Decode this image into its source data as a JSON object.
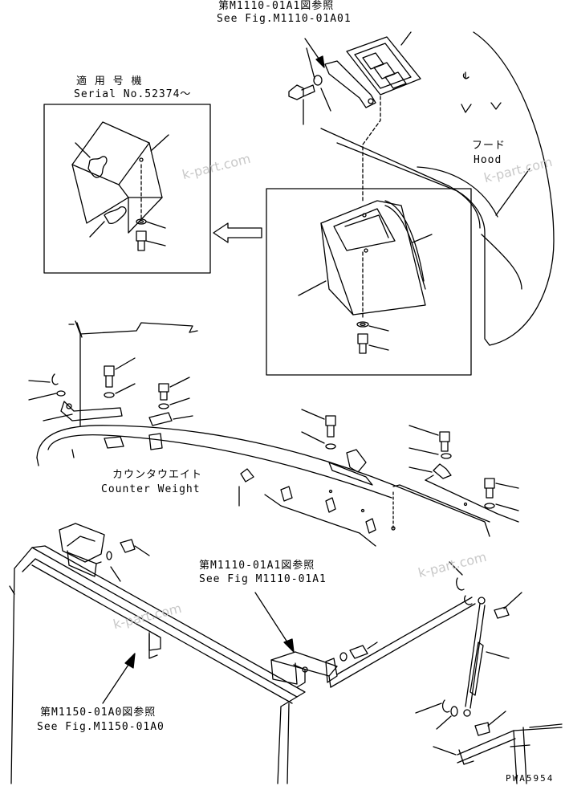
{
  "refs": {
    "top_jp": "第M1110-01A1図参照",
    "top_en": "See Fig.M1110-01A01",
    "serial_jp": "適 用 号 機",
    "serial_en": "Serial No.52374～",
    "hood_jp": "フード",
    "hood_en": "Hood",
    "counter_jp": "カウンタウエイト",
    "counter_en": "Counter Weight",
    "mid_jp": "第M1110-01A1図参照",
    "mid_en": "See Fig M1110-01A1",
    "bottom_jp": "第M1150-01A0図参照",
    "bottom_en": "See Fig.M1150-01A0",
    "drawing_no": "PWA5954"
  },
  "watermarks": [
    "k-part.com",
    "k-part.com",
    "k-part.com",
    "k-part.com"
  ]
}
